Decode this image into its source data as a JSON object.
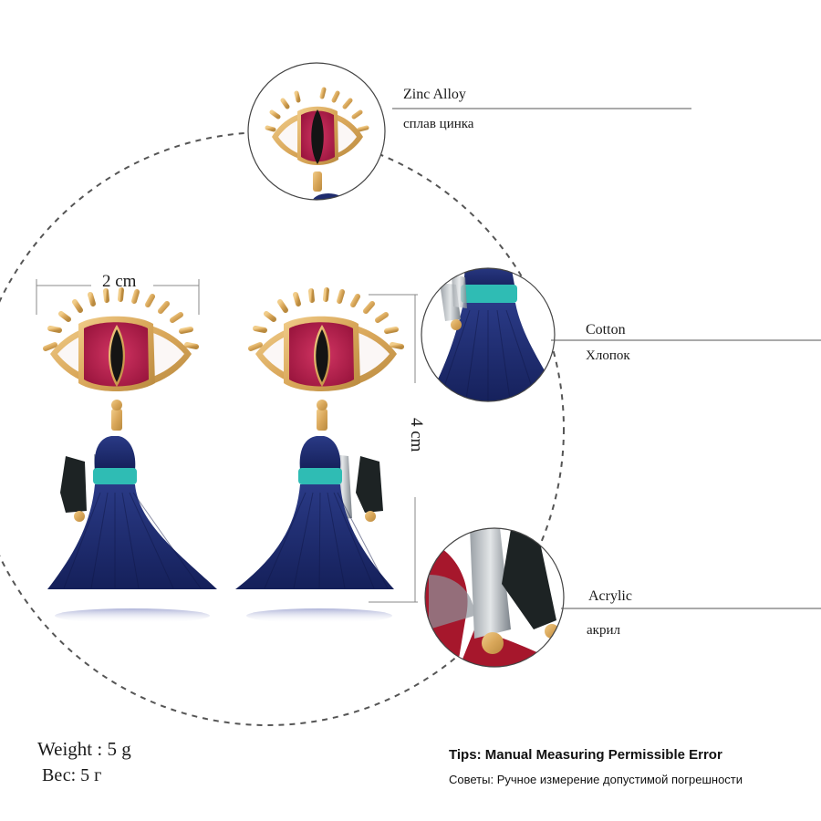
{
  "measurements": {
    "width": "2 cm",
    "height": "4 cm"
  },
  "callouts": [
    {
      "en": "Zinc Alloy",
      "ru": "сплав цинка"
    },
    {
      "en": "Cotton",
      "ru": "Хлопок"
    },
    {
      "en": "Acrylic",
      "ru": "акрил"
    }
  ],
  "weight": {
    "en": "Weight : 5 g",
    "ru": "Вес: 5 г"
  },
  "tips": {
    "title": "Tips: Manual Measuring Permissible Error",
    "subtitle": "Советы: Ручное измерение допустимой погрешности"
  },
  "colors": {
    "gold": "#d9a75a",
    "enamel_white": "#fbf7f6",
    "glitter_red": "#b51d4b",
    "pupil_black": "#141414",
    "tassel_navy": "#1f2c6e",
    "thread_teal": "#2fbcb4",
    "crimson_tassel": "#a6172c"
  }
}
